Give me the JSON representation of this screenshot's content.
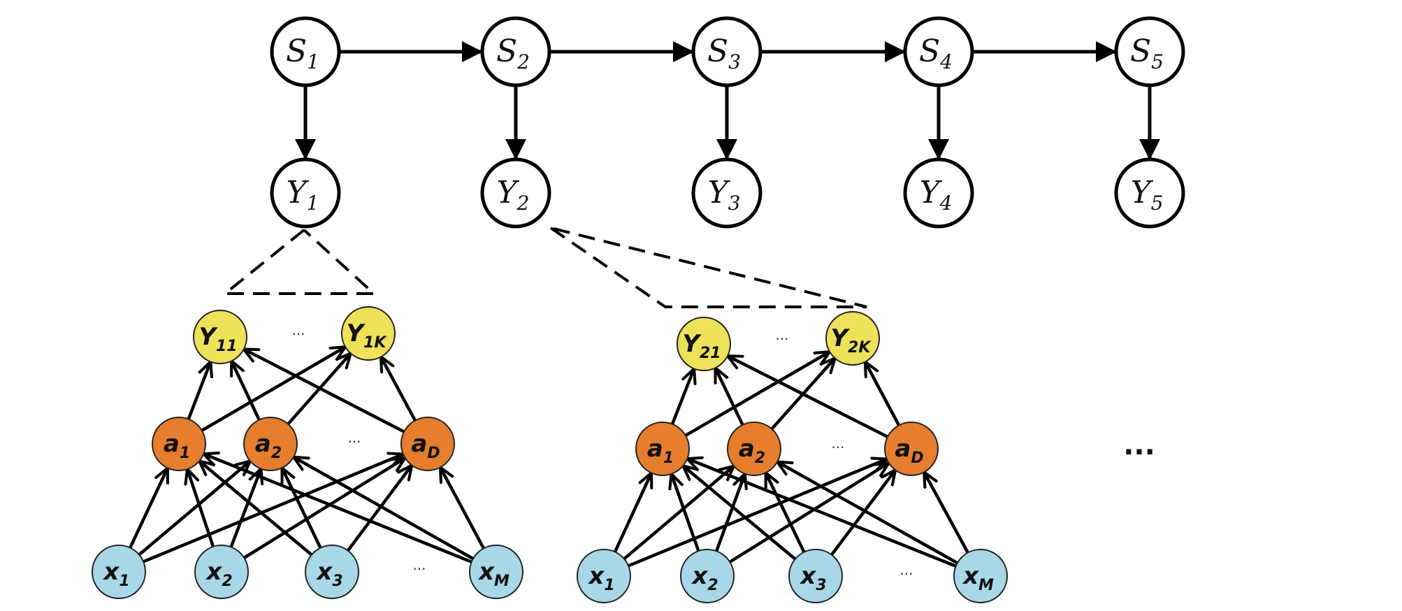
{
  "hmm": {
    "states": [
      {
        "base": "S",
        "sub": "1"
      },
      {
        "base": "S",
        "sub": "2"
      },
      {
        "base": "S",
        "sub": "3"
      },
      {
        "base": "S",
        "sub": "4"
      },
      {
        "base": "S",
        "sub": "5"
      }
    ],
    "observations": [
      {
        "base": "Y",
        "sub": "1"
      },
      {
        "base": "Y",
        "sub": "2"
      },
      {
        "base": "Y",
        "sub": "3"
      },
      {
        "base": "Y",
        "sub": "4"
      },
      {
        "base": "Y",
        "sub": "5"
      }
    ]
  },
  "networks": [
    {
      "outputs": [
        {
          "base": "Y",
          "sub": "11"
        },
        {
          "base": "Y",
          "sub": "1K"
        }
      ],
      "hidden": [
        {
          "base": "a",
          "sub": "1"
        },
        {
          "base": "a",
          "sub": "2"
        },
        {
          "base": "a",
          "sub": "D"
        }
      ],
      "inputs": [
        {
          "base": "x",
          "sub": "1"
        },
        {
          "base": "x",
          "sub": "2"
        },
        {
          "base": "x",
          "sub": "3"
        },
        {
          "base": "x",
          "sub": "M"
        }
      ],
      "ellipsis": "..."
    },
    {
      "outputs": [
        {
          "base": "Y",
          "sub": "21"
        },
        {
          "base": "Y",
          "sub": "2K"
        }
      ],
      "hidden": [
        {
          "base": "a",
          "sub": "1"
        },
        {
          "base": "a",
          "sub": "2"
        },
        {
          "base": "a",
          "sub": "D"
        }
      ],
      "inputs": [
        {
          "base": "x",
          "sub": "1"
        },
        {
          "base": "x",
          "sub": "2"
        },
        {
          "base": "x",
          "sub": "3"
        },
        {
          "base": "x",
          "sub": "M"
        }
      ],
      "ellipsis": "..."
    }
  ],
  "trailing_ellipsis": "...",
  "colors": {
    "output_fill": "#ede25a",
    "hidden_fill": "#e67e2e",
    "input_fill": "#a8d8e8",
    "node_stroke": "#222222"
  }
}
